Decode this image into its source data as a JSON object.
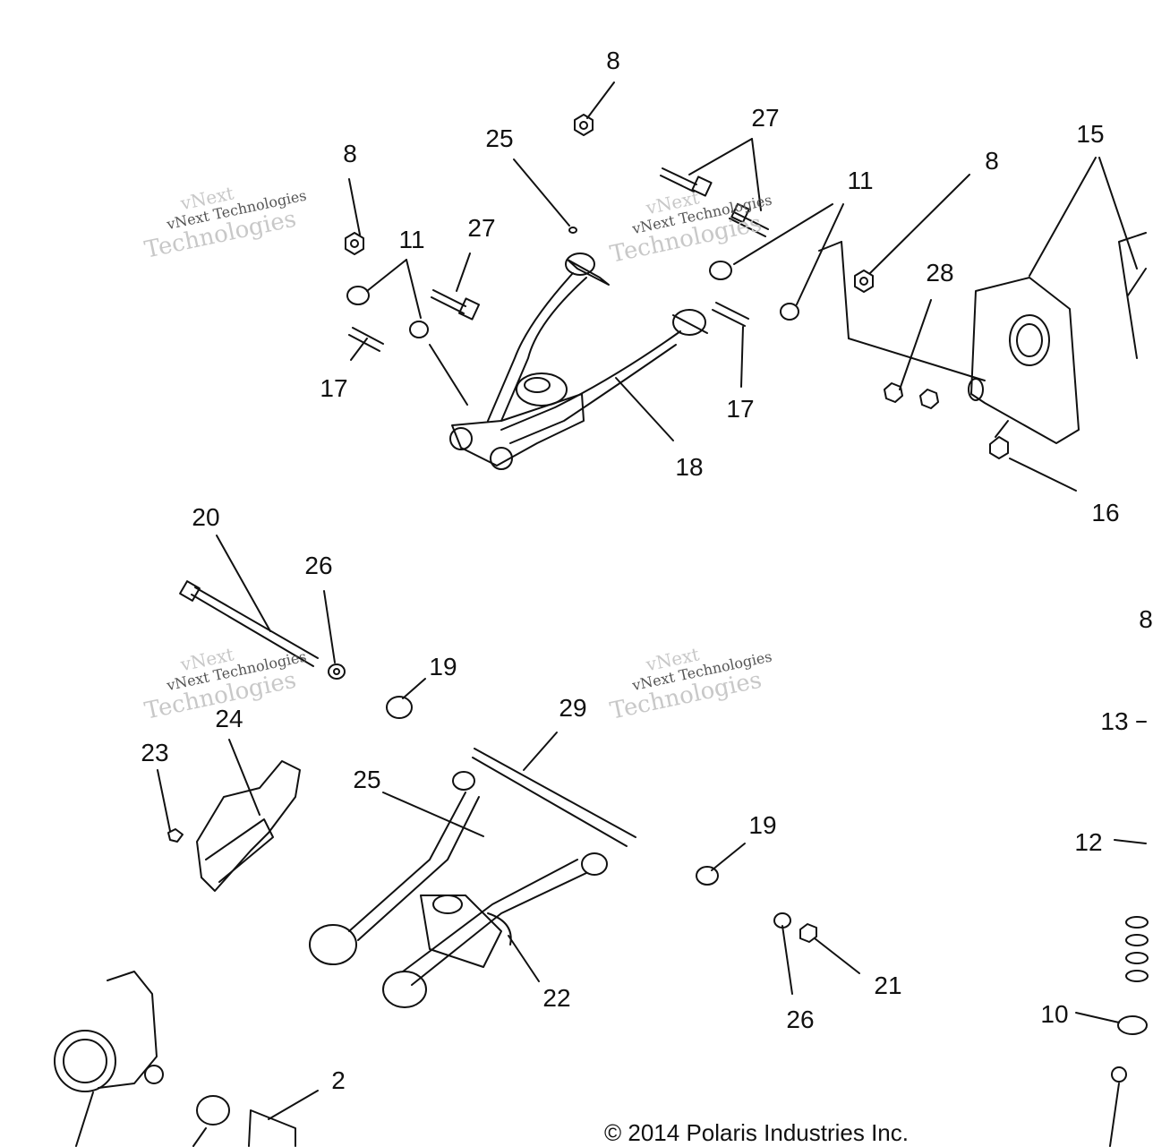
{
  "callouts": [
    {
      "id": "c8a",
      "text": "8"
    },
    {
      "id": "c27a",
      "text": "27"
    },
    {
      "id": "c25a",
      "text": "25"
    },
    {
      "id": "c8b",
      "text": "8"
    },
    {
      "id": "c11a",
      "text": "11"
    },
    {
      "id": "c27b",
      "text": "27"
    },
    {
      "id": "c11b",
      "text": "11"
    },
    {
      "id": "c8c",
      "text": "8"
    },
    {
      "id": "c15",
      "text": "15"
    },
    {
      "id": "c28",
      "text": "28"
    },
    {
      "id": "c17a",
      "text": "17"
    },
    {
      "id": "c17b",
      "text": "17"
    },
    {
      "id": "c18",
      "text": "18"
    },
    {
      "id": "c16",
      "text": "16"
    },
    {
      "id": "c20",
      "text": "20"
    },
    {
      "id": "c26a",
      "text": "26"
    },
    {
      "id": "c19a",
      "text": "19"
    },
    {
      "id": "c24",
      "text": "24"
    },
    {
      "id": "c29",
      "text": "29"
    },
    {
      "id": "c23",
      "text": "23"
    },
    {
      "id": "c25b",
      "text": "25"
    },
    {
      "id": "c19b",
      "text": "19"
    },
    {
      "id": "c13",
      "text": "13"
    },
    {
      "id": "c12",
      "text": "12"
    },
    {
      "id": "c22",
      "text": "22"
    },
    {
      "id": "c21",
      "text": "21"
    },
    {
      "id": "c26b",
      "text": "26"
    },
    {
      "id": "c10",
      "text": "10"
    },
    {
      "id": "c2",
      "text": "2"
    },
    {
      "id": "c8d",
      "text": "8"
    }
  ],
  "watermark": {
    "line1": "vNext",
    "line2": "vNext Technologies",
    "line3": "Technologies"
  },
  "copyright": "© 2014 Polaris Industries Inc.",
  "colors": {
    "ink": "#111111",
    "watermark": "#c8c8c8"
  }
}
